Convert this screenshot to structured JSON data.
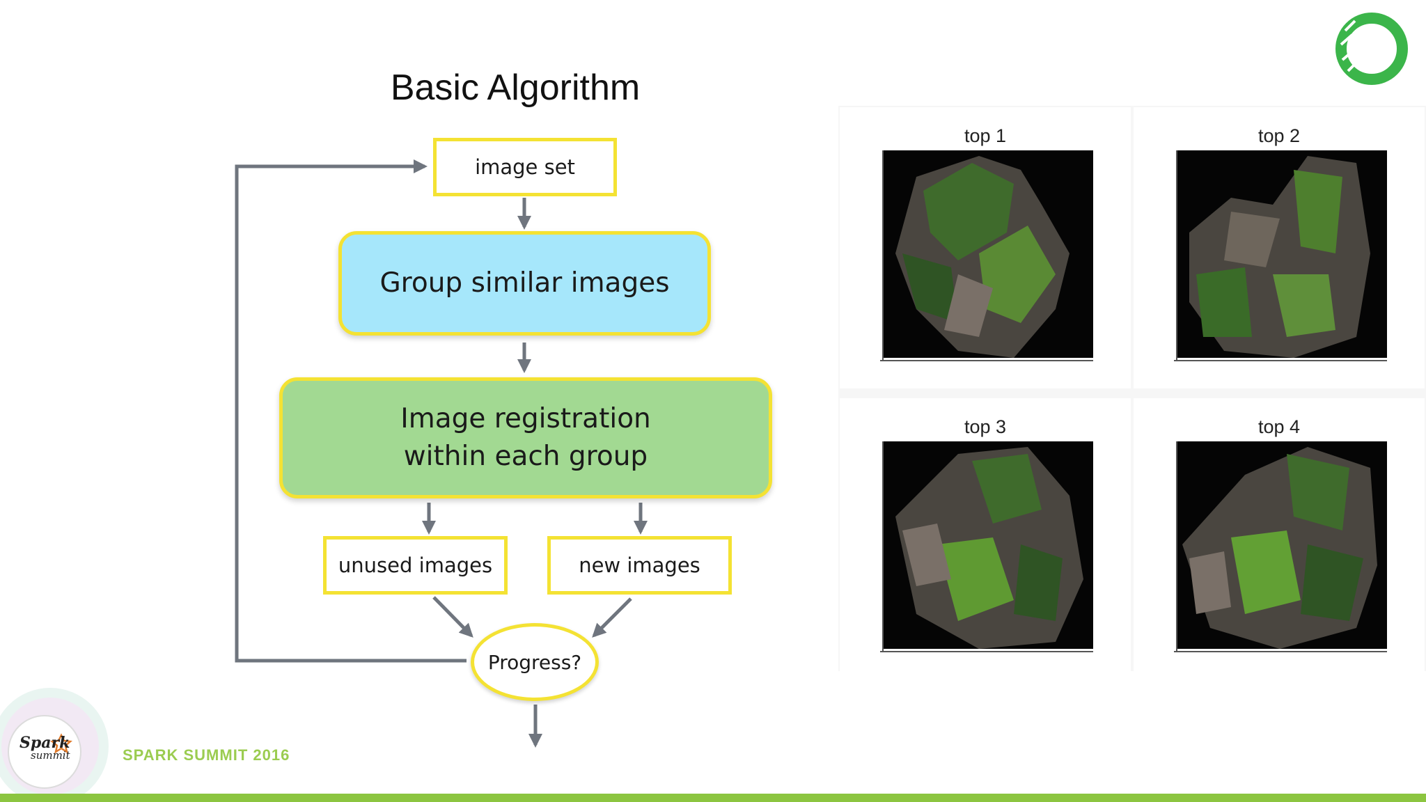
{
  "slide": {
    "title": "Basic Algorithm",
    "footer": "SPARK SUMMIT 2016",
    "logo_text_1": "Spark",
    "logo_text_2": "summit"
  },
  "flowchart": {
    "image_set": "image set",
    "group": "Group similar images",
    "registration_line1": "Image registration",
    "registration_line2": "within each group",
    "unused": "unused images",
    "new": "new images",
    "progress": "Progress?"
  },
  "results": {
    "panels": [
      {
        "label": "top 1"
      },
      {
        "label": "top 2"
      },
      {
        "label": "top 3"
      },
      {
        "label": "top 4"
      }
    ]
  },
  "colors": {
    "box_border": "#f4e233",
    "group_fill": "#a6e7fb",
    "registration_fill": "#a2d992",
    "arrow": "#6f757e",
    "accent": "#8cc540"
  },
  "icons": [
    "corner-ring-logo-icon",
    "spark-summit-logo-icon"
  ]
}
